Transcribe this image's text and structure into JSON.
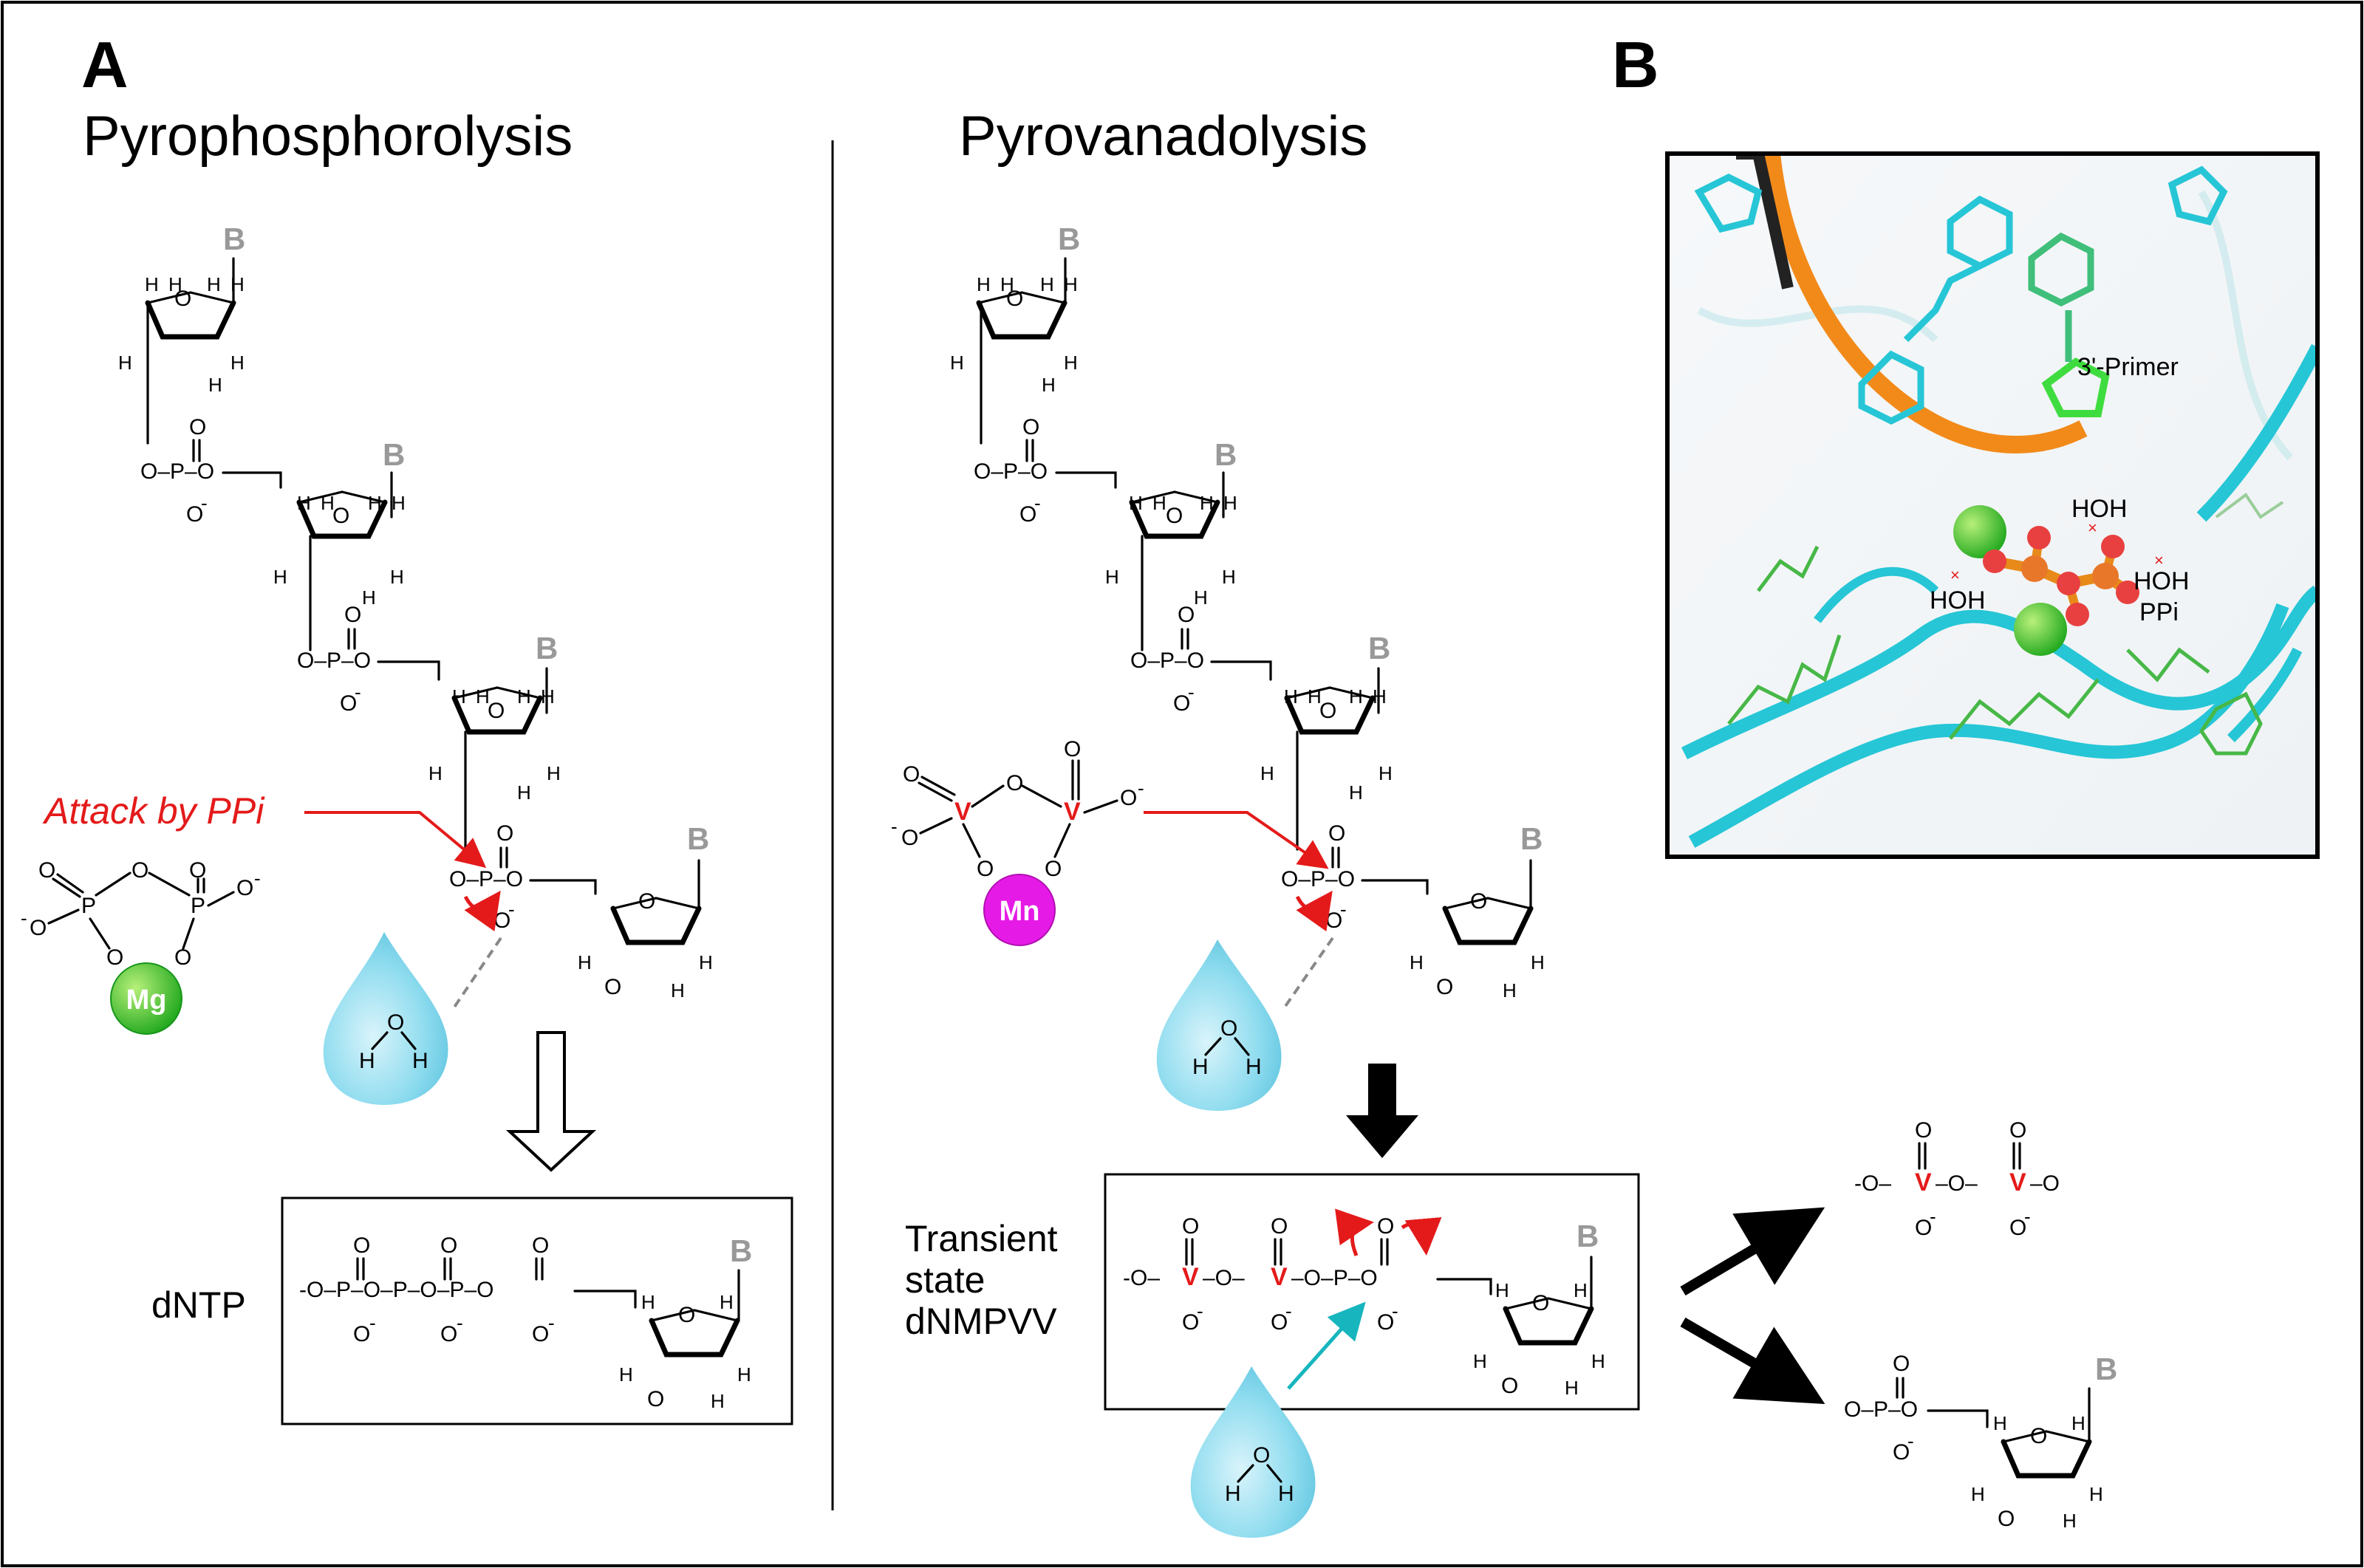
{
  "figure": {
    "panel_a_label": "A",
    "panel_b_label": "B",
    "left_title": "Pyrophosphorolysis",
    "right_title": "Pyrovanadolysis",
    "attack_label": "Attack by PPi",
    "mg_label": "Mg",
    "mn_label": "Mn",
    "dntp_label": "dNTP",
    "transient_line1": "Transient",
    "transient_line2": "state",
    "transient_line3": "dNMPVV",
    "base_label": "B",
    "structure_labels": {
      "primer": "3'-Primer",
      "water_a": "HOH",
      "water_b": "HOH",
      "water_c": "HOH",
      "ppi": "PPi"
    }
  },
  "colors": {
    "mg_green": "#19b219",
    "mn_magenta": "#e61ae6",
    "arrow_red": "#e41a1a",
    "vanadium_red": "#e41a1a",
    "water_cyan": "#7fd6ec",
    "teal_arrow": "#17b5be",
    "base_gray": "#999999",
    "protein_cyan": "#26c6d6",
    "primer_orange": "#f28a1a"
  }
}
